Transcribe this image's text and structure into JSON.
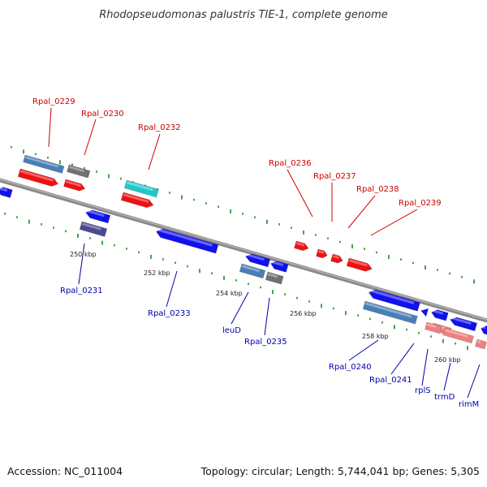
{
  "title": "Rhodopseudomonas palustris TIE-1, complete genome",
  "footer": {
    "accession": "Accession: NC_011004",
    "summary": "Topology: circular; Length: 5,744,041 bp; Genes: 5,305"
  },
  "colors": {
    "backbone": "#8a8a8a",
    "gc_tick": "#1a8a1a",
    "label_top": "#cc0000",
    "label_bottom": "#0000aa",
    "red": "#ee1111",
    "blue": "#1111ee",
    "steelblue": "#4a7fb5",
    "gray": "#707070",
    "cyan": "#22c8c8",
    "darkslate": "#4a4a90",
    "pink": "#ee8080"
  },
  "scale_labels": [
    "250 kbp",
    "252 kbp",
    "254 kbp",
    "256 kbp",
    "258 kbp",
    "260 kbp"
  ],
  "genes_top": [
    "Rpal_0229",
    "Rpal_0230",
    "Rpal_0232",
    "Rpal_0236",
    "Rpal_0237",
    "Rpal_0238",
    "Rpal_0239"
  ],
  "genes_bottom": [
    "Rpal_0231",
    "Rpal_0233",
    "leuD",
    "Rpal_0235",
    "Rpal_0240",
    "Rpal_0241",
    "rplS",
    "trmD",
    "rimM"
  ]
}
